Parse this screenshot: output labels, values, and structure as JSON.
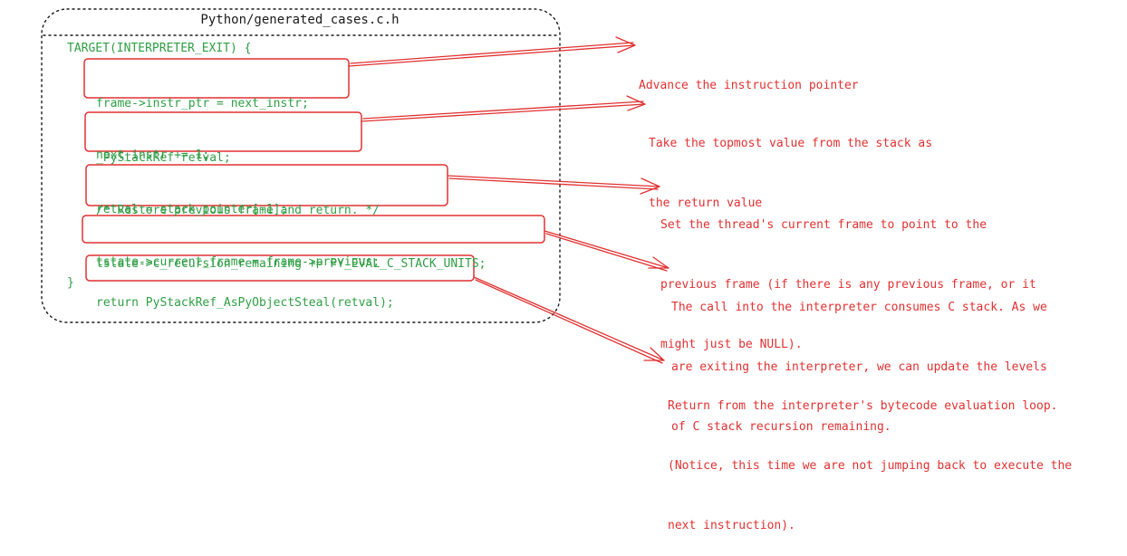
{
  "file_title": "Python/generated_cases.c.h",
  "code": {
    "open": "TARGET(INTERPRETER_EXIT) {",
    "block1": [
      "frame->instr_ptr = next_instr;",
      "next_instr += 1;"
    ],
    "block2": [
      "_PyStackRef retval;",
      "retval = stack_pointer[-1];"
    ],
    "block3": [
      "/* Restore previous frame and return. */",
      "tstate->current_frame = frame->previous;"
    ],
    "block4": [
      "tstate->c_recursion_remaining += PY_EVAL_C_STACK_UNITS;"
    ],
    "block5": [
      "return PyStackRef_AsPyObjectSteal(retval);"
    ],
    "close": "}"
  },
  "annotations": [
    {
      "lines": [
        "Advance the instruction pointer"
      ]
    },
    {
      "lines": [
        "Take the topmost value from the stack as",
        "the return value"
      ]
    },
    {
      "lines": [
        "Set the thread's current frame to point to the",
        "previous frame (if there is any previous frame, or it",
        "might just be NULL)."
      ]
    },
    {
      "lines": [
        "The call into the interpreter consumes C stack. As we",
        "are exiting the interpreter, we can update the levels",
        "of C stack recursion remaining."
      ]
    },
    {
      "lines": [
        "Return from the interpreter's bytecode evaluation loop.",
        "(Notice, this time we are not jumping back to execute the",
        "next instruction)."
      ]
    }
  ],
  "colors": {
    "code": "#2f9e44",
    "annotation": "#e03131",
    "frame": "#1a1a1a"
  }
}
